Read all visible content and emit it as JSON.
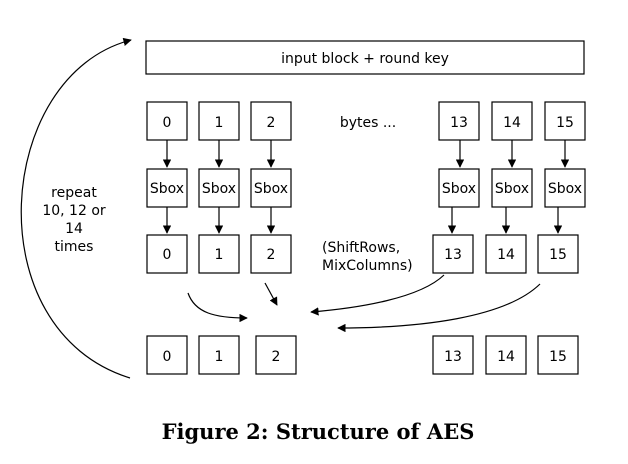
{
  "header_label": "input block + round key",
  "bytes_label": "bytes ...",
  "repeat_label": [
    "repeat",
    "10, 12 or",
    "14",
    "times"
  ],
  "row1_bytes": [
    "0",
    "1",
    "2",
    "13",
    "14",
    "15"
  ],
  "sbox_label": "Sbox",
  "row3_bytes": [
    "0",
    "1",
    "2",
    "13",
    "14",
    "15"
  ],
  "shift_label": [
    "(ShiftRows,",
    "MixColumns)"
  ],
  "output_bytes": [
    "0",
    "1",
    "2",
    "13",
    "14",
    "15"
  ],
  "caption": "Figure 2: Structure of AES"
}
